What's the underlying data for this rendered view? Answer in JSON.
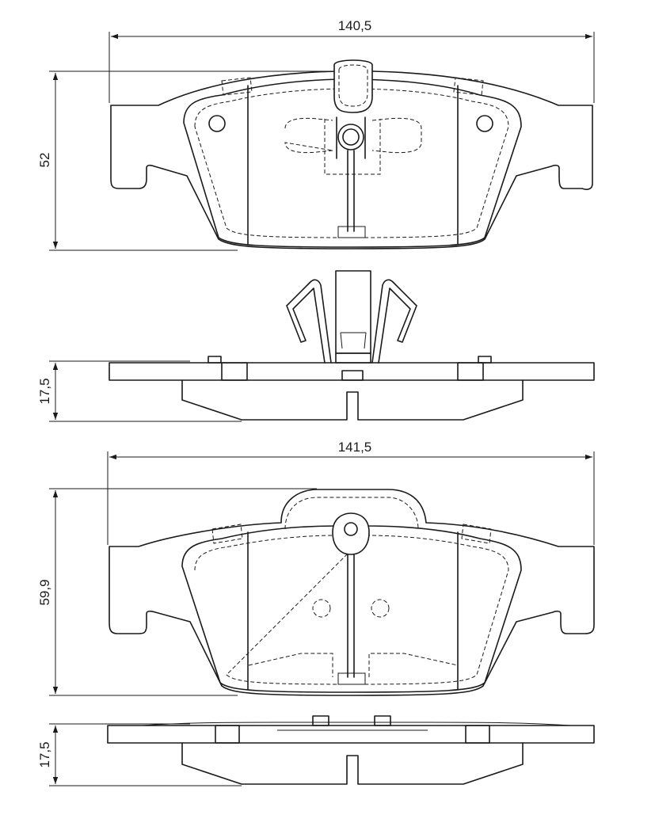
{
  "dimensions": {
    "top_width": "140,5",
    "top_height": "52",
    "top_thickness": "17,5",
    "bottom_width": "141,5",
    "bottom_height": "59,9",
    "bottom_thickness": "17,5"
  }
}
